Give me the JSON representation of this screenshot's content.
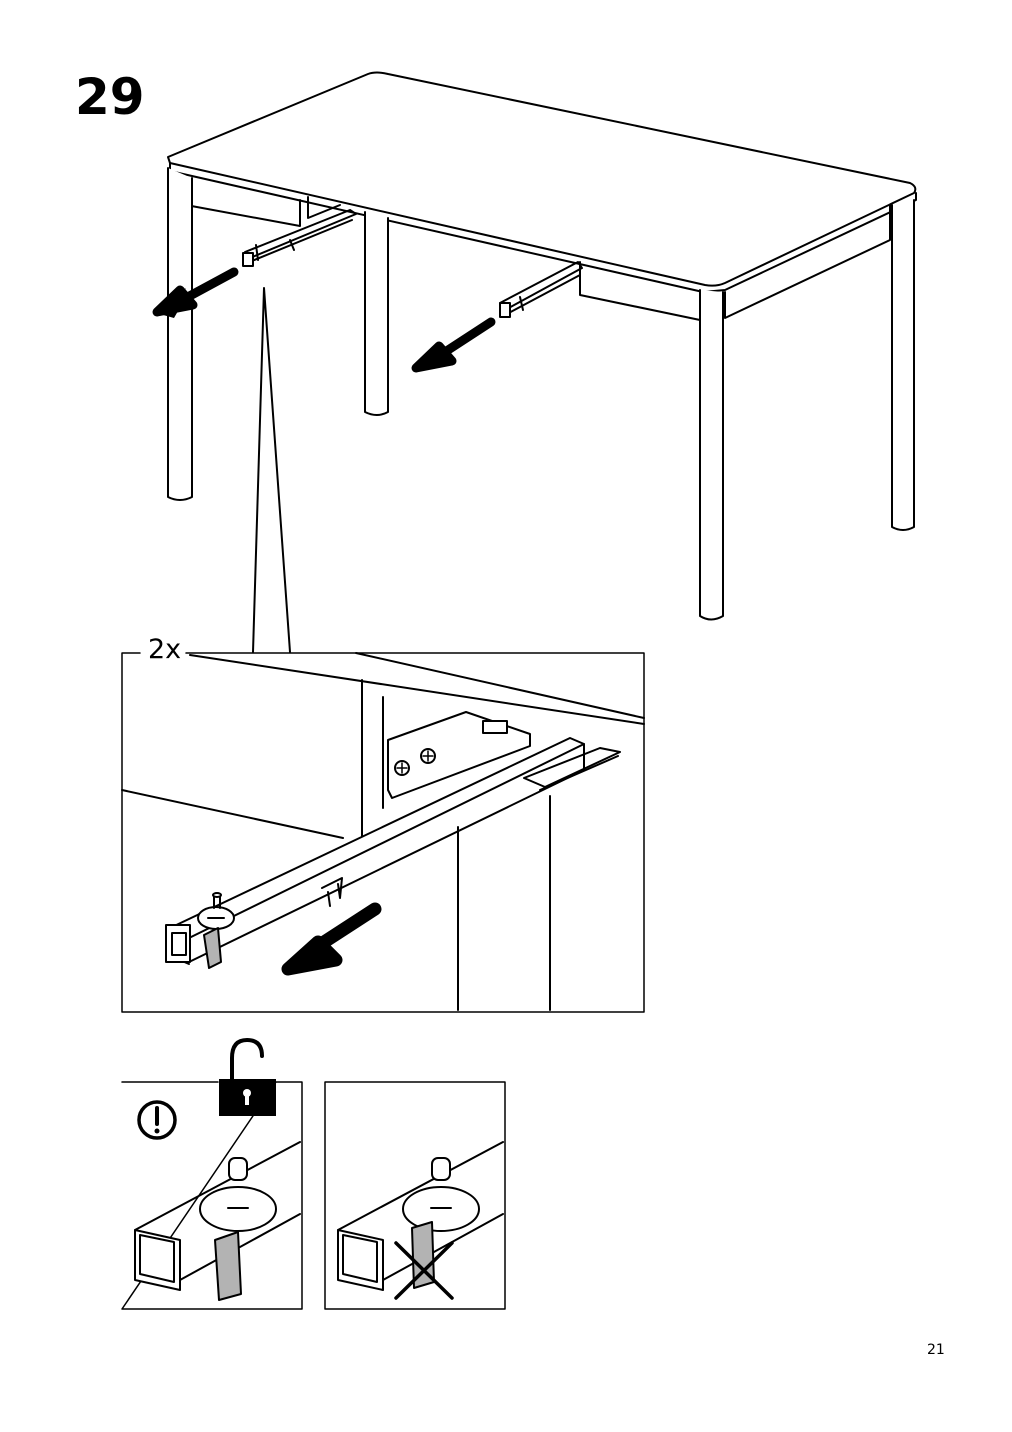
{
  "step": {
    "number": "29"
  },
  "detail": {
    "quantity": "2x"
  },
  "page": {
    "number": "21"
  },
  "notice": {
    "warning_icon": "exclamation-circle-icon",
    "lock_icon": "unlocked-padlock-icon",
    "incorrect_icon": "cross-mark-icon"
  },
  "colors": {
    "line": "#000000",
    "latch_fill": "#b3b3b3",
    "background": "#ffffff"
  }
}
